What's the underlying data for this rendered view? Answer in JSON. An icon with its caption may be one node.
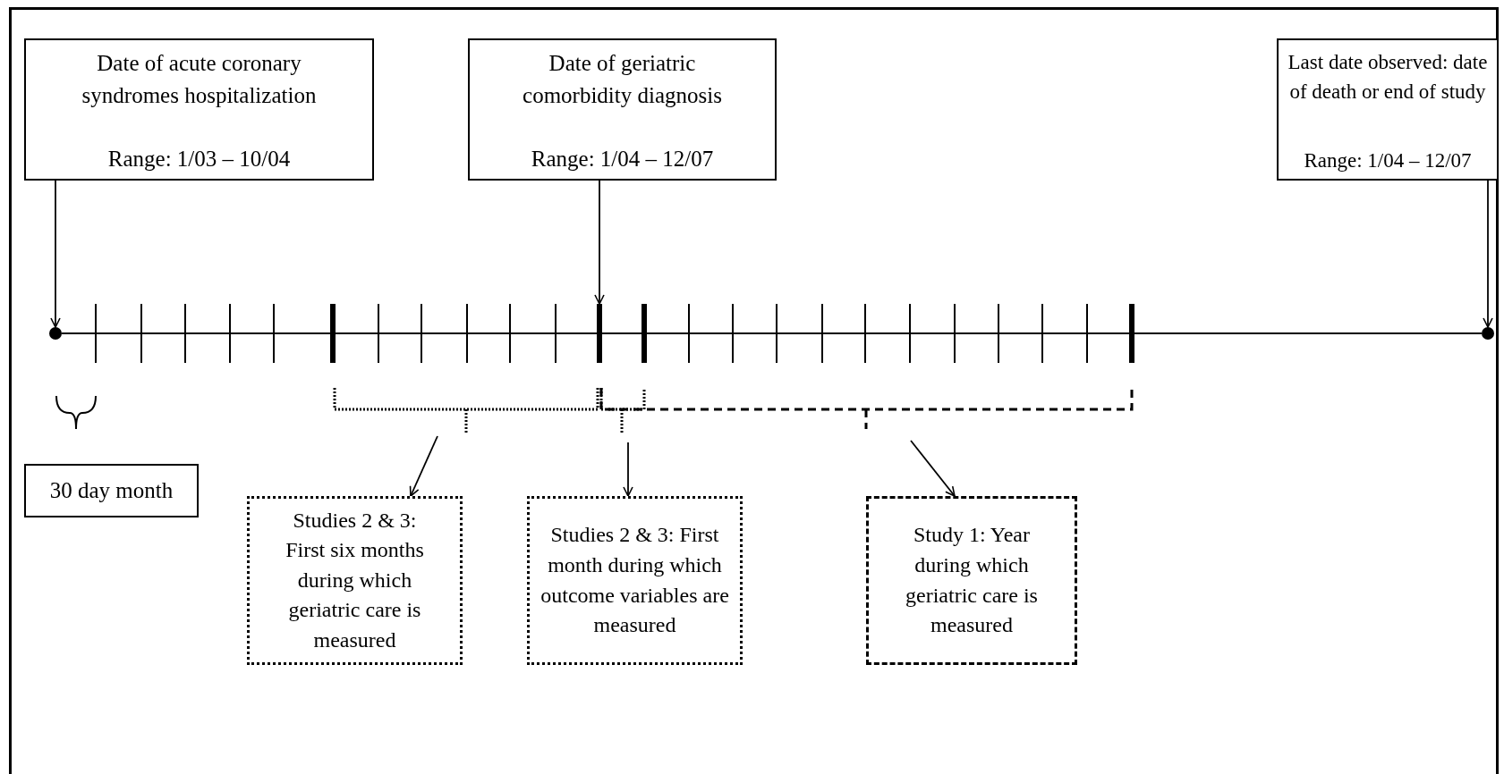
{
  "diagram": {
    "nodes": [
      {
        "text": [
          "Date of acute coronary syndromes hospitalization",
          "Range: 1/03 – 10/04"
        ]
      },
      {
        "text": [
          "Date of geriatric comorbidity diagnosis",
          "Range: 1/04 – 12/07"
        ]
      },
      {
        "text": [
          "Last date observed: date of death or end of study",
          "Range: 1/04 – 12/07"
        ]
      },
      {
        "text": [],
        "shape": "circle"
      },
      {
        "text": [],
        "shape": "circle"
      },
      {
        "text": [
          "30 day month"
        ]
      },
      {
        "text": [
          "Studies 2 & 3: First six months during which geriatric care is measured"
        ]
      },
      {
        "text": [
          "Studies 2 & 3: First month during which outcome variables are measured"
        ]
      },
      {
        "text": [
          "Study 1: Year during which geriatric care is measured"
        ]
      },
      {
        "text": [],
        "shape": "bar"
      }
    ],
    "edges": [
      {
        "from": 3,
        "to": 4,
        "arrow": "none"
      },
      {
        "from": 0,
        "to": 3,
        "arrow": "to"
      },
      {
        "from": 1,
        "to": 9,
        "arrow": "to"
      },
      {
        "from": 2,
        "to": 4,
        "arrow": "to"
      },
      {
        "from": null,
        "to": 6,
        "arrow": "to"
      },
      {
        "from": null,
        "to": 7,
        "arrow": "to"
      },
      {
        "from": null,
        "to": 8,
        "arrow": "to"
      }
    ]
  }
}
